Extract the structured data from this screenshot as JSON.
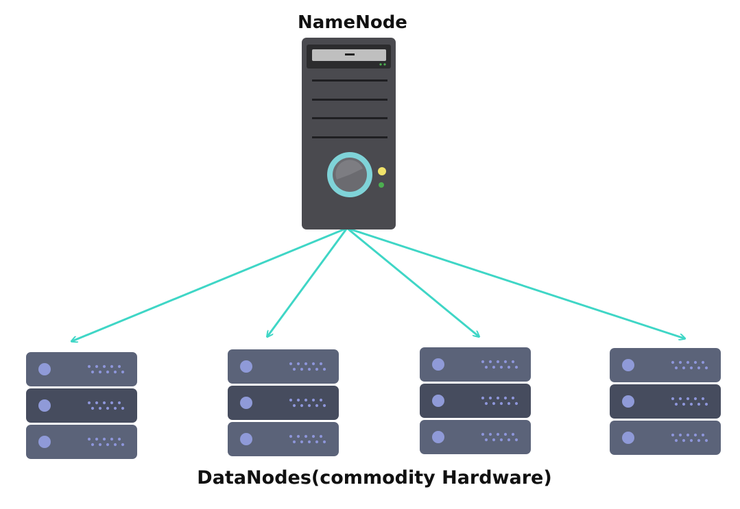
{
  "diagram": {
    "namenode_label": "NameNode",
    "datanodes_label": "DataNodes(commodity Hardware)",
    "namenode_icon": "server-tower-icon",
    "datanode_icon": "server-rack-icon",
    "datanode_count": 4,
    "colors": {
      "arrow": "#3fd6c6",
      "tower_body": "#4a4a4f",
      "tower_dark": "#2c2c2e",
      "tower_lines": "#1f1f22",
      "tower_ring": "#7fd3d8",
      "tower_lens": "#6b6b70",
      "led_yellow": "#f0e26a",
      "led_green": "#4caf50",
      "rack_light": "#5b6379",
      "rack_dark": "#464c5e",
      "rack_light_dot": "#8d95d9",
      "rack_dot": "#8f9ad8"
    }
  }
}
